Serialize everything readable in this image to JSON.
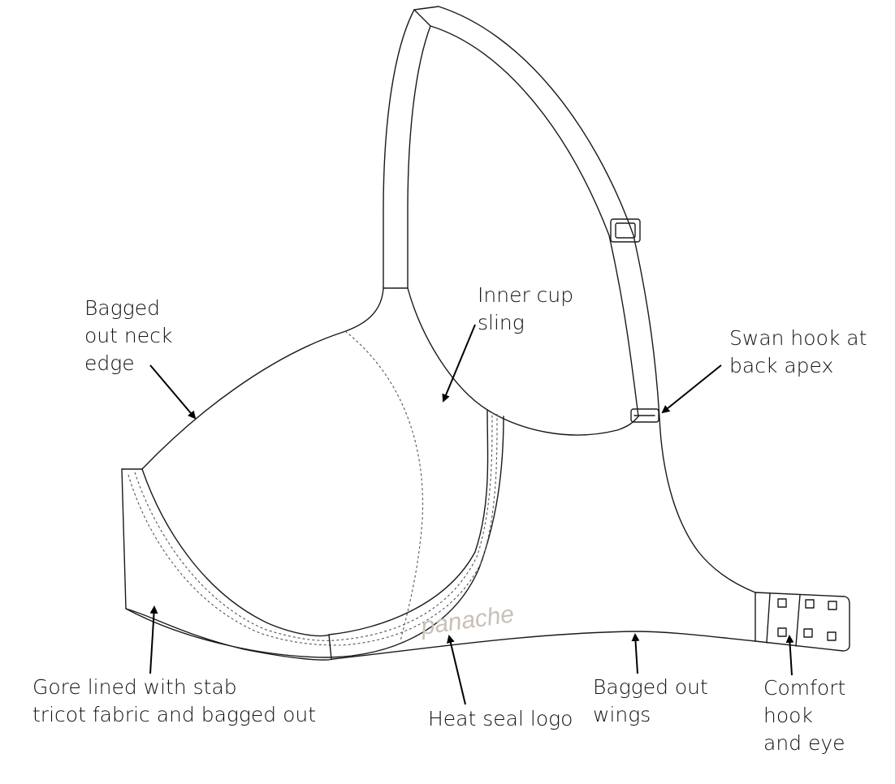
{
  "labels": {
    "neck_edge": [
      "Bagged",
      "out neck",
      "edge"
    ],
    "inner_sling": [
      "Inner cup",
      "sling"
    ],
    "swan_hook": [
      "Swan hook at",
      "back apex"
    ],
    "gore": [
      "Gore lined with stab",
      "tricot fabric and bagged out"
    ],
    "logo": [
      "Heat seal logo"
    ],
    "wings": [
      "Bagged out",
      "wings"
    ],
    "hook_eye": [
      "Comfort",
      "hook",
      "and eye"
    ]
  },
  "logo_text": "panache",
  "colors": {
    "line": "#1a1a1a",
    "text": "#111111",
    "logo": "#c8c0b8"
  }
}
